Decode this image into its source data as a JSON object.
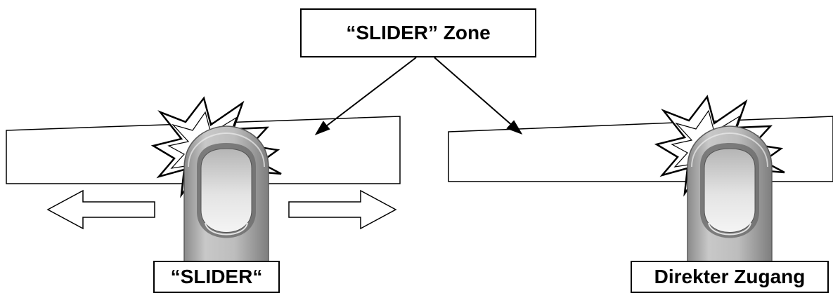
{
  "labels": {
    "zone": "“SLIDER” Zone",
    "slider": "“SLIDER“",
    "direct": "Direkter Zugang"
  },
  "icons": {
    "left_finger": "finger-touch-icon",
    "right_finger": "finger-touch-icon",
    "left_burst": "touch-burst-icon",
    "right_burst": "touch-burst-icon",
    "left_arrow": "arrow-left-icon",
    "right_arrow": "arrow-right-icon"
  },
  "colors": {
    "stroke": "#000000",
    "background": "#ffffff",
    "finger_skin": "#c4c4c4",
    "finger_shadow": "#8c8c8c",
    "nail": "#e6e6e6"
  }
}
